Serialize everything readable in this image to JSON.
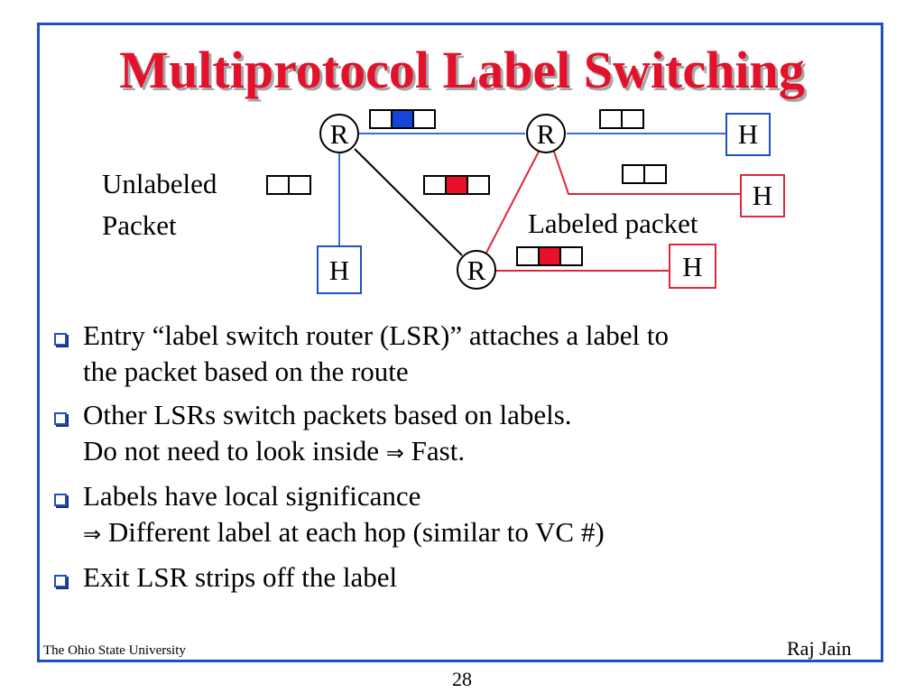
{
  "slide": {
    "title": "Multiprotocol Label Switching",
    "footer_left": "The Ohio State University",
    "footer_right": "Raj Jain",
    "page_number": "28"
  },
  "diagram": {
    "router_label": "R",
    "host_label": "H",
    "unlabeled_line1": "Unlabeled",
    "unlabeled_line2": "Packet",
    "labeled_packet": "Labeled packet"
  },
  "bullets": [
    {
      "lines": [
        "Entry “label switch router (LSR)” attaches a label to",
        "the packet based on the route"
      ]
    },
    {
      "lines": [
        "Other LSRs switch packets based on labels.",
        "Do not need to look inside ",
        "Fast."
      ]
    },
    {
      "lines": [
        "Labels have local significance",
        "Different label at each hop (similar to VC #)"
      ]
    },
    {
      "lines": [
        "Exit LSR strips off the label"
      ]
    }
  ],
  "colors": {
    "title": "#e3112b",
    "frame": "#1f4fc4",
    "blue_link": "#3a6fd8",
    "red_link": "#e0283a",
    "blue_label": "#1446d9",
    "red_label": "#e8102a"
  }
}
